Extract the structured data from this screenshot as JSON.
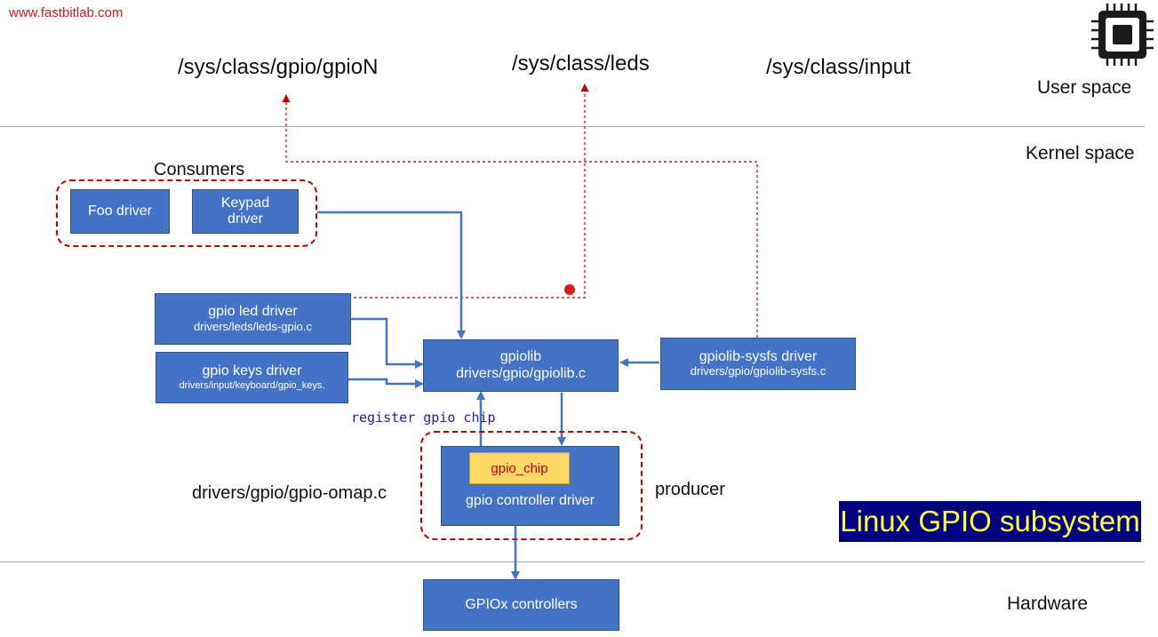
{
  "watermark": "www.fastbitlab.com",
  "user_paths": {
    "gpio": "/sys/class/gpio/gpioN",
    "leds": "/sys/class/leds",
    "input": "/sys/class/input"
  },
  "layers": {
    "user": "User space",
    "kernel": "Kernel space",
    "hardware": "Hardware"
  },
  "consumers": {
    "label": "Consumers",
    "foo": "Foo driver",
    "keypad_line1": "Keypad",
    "keypad_line2": "driver"
  },
  "led_driver": {
    "name": "gpio led driver",
    "file": "drivers/leds/leds-gpio.c"
  },
  "keys_driver": {
    "name": "gpio keys driver",
    "file": "drivers/input/keyboard/gpio_keys."
  },
  "gpiolib": {
    "name": "gpiolib",
    "file": "drivers/gpio/gpiolib.c"
  },
  "sysfs_driver": {
    "name": "gpiolib-sysfs driver",
    "file": "drivers/gpio/gpiolib-sysfs.c"
  },
  "register_label": "register gpio chip",
  "producer": {
    "file_label": "drivers/gpio/gpio-omap.c",
    "label": "producer",
    "chip": "gpio_chip",
    "controller": "gpio controller driver"
  },
  "hardware_box": "GPIOx controllers",
  "title": "Linux GPIO subsystem",
  "icon": "chip-icon",
  "colors": {
    "box_fill": "#4472c4",
    "dashed_red": "#c00000",
    "title_bg": "#000080",
    "title_text": "#ffff33",
    "chip_fill": "#ffd966"
  }
}
